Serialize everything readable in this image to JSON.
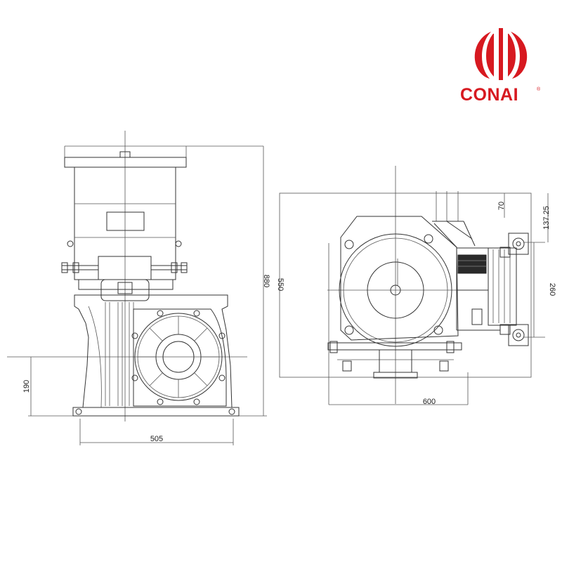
{
  "brand": {
    "name": "CONAI",
    "registered_mark": "®",
    "color": "#d71920"
  },
  "front_view": {
    "dim_height": "880",
    "dim_width": "505",
    "dim_shaft_height": "190"
  },
  "side_view": {
    "dim_width": "600",
    "dim_left_height": "550",
    "dim_right_height": "260",
    "dim_top_right": "137.25",
    "dim_top": "70"
  },
  "line_color": "#333333"
}
